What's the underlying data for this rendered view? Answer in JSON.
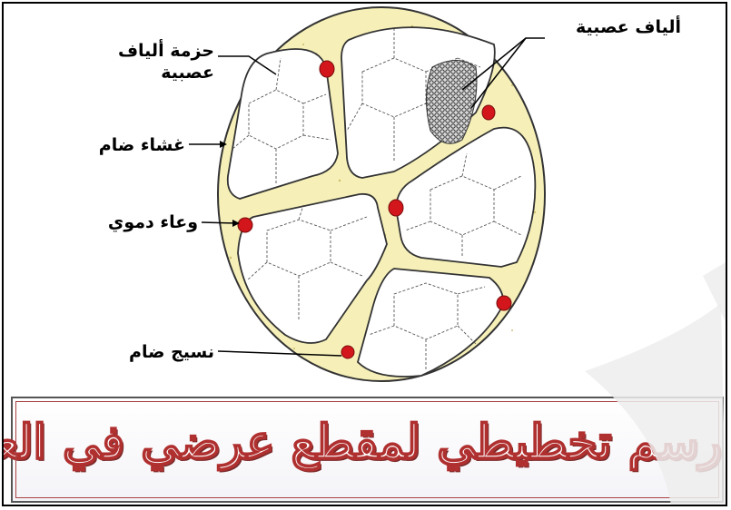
{
  "labels": {
    "nerve_bundle": "حزمة ألياف عصبية",
    "connective_membrane": "غشاء ضام",
    "blood_vessel": "وعاء دموي",
    "connective_tissue": "نسيج ضام",
    "nerve_fibers": "ألياف عصبية"
  },
  "caption": "رسم تخطيطي لمقطع عرضي في العصب",
  "colors": {
    "connective": "#f6f0b8",
    "outline": "#3a3a3a",
    "vessel": "#d2161b",
    "caption_stroke": "#b03030"
  }
}
